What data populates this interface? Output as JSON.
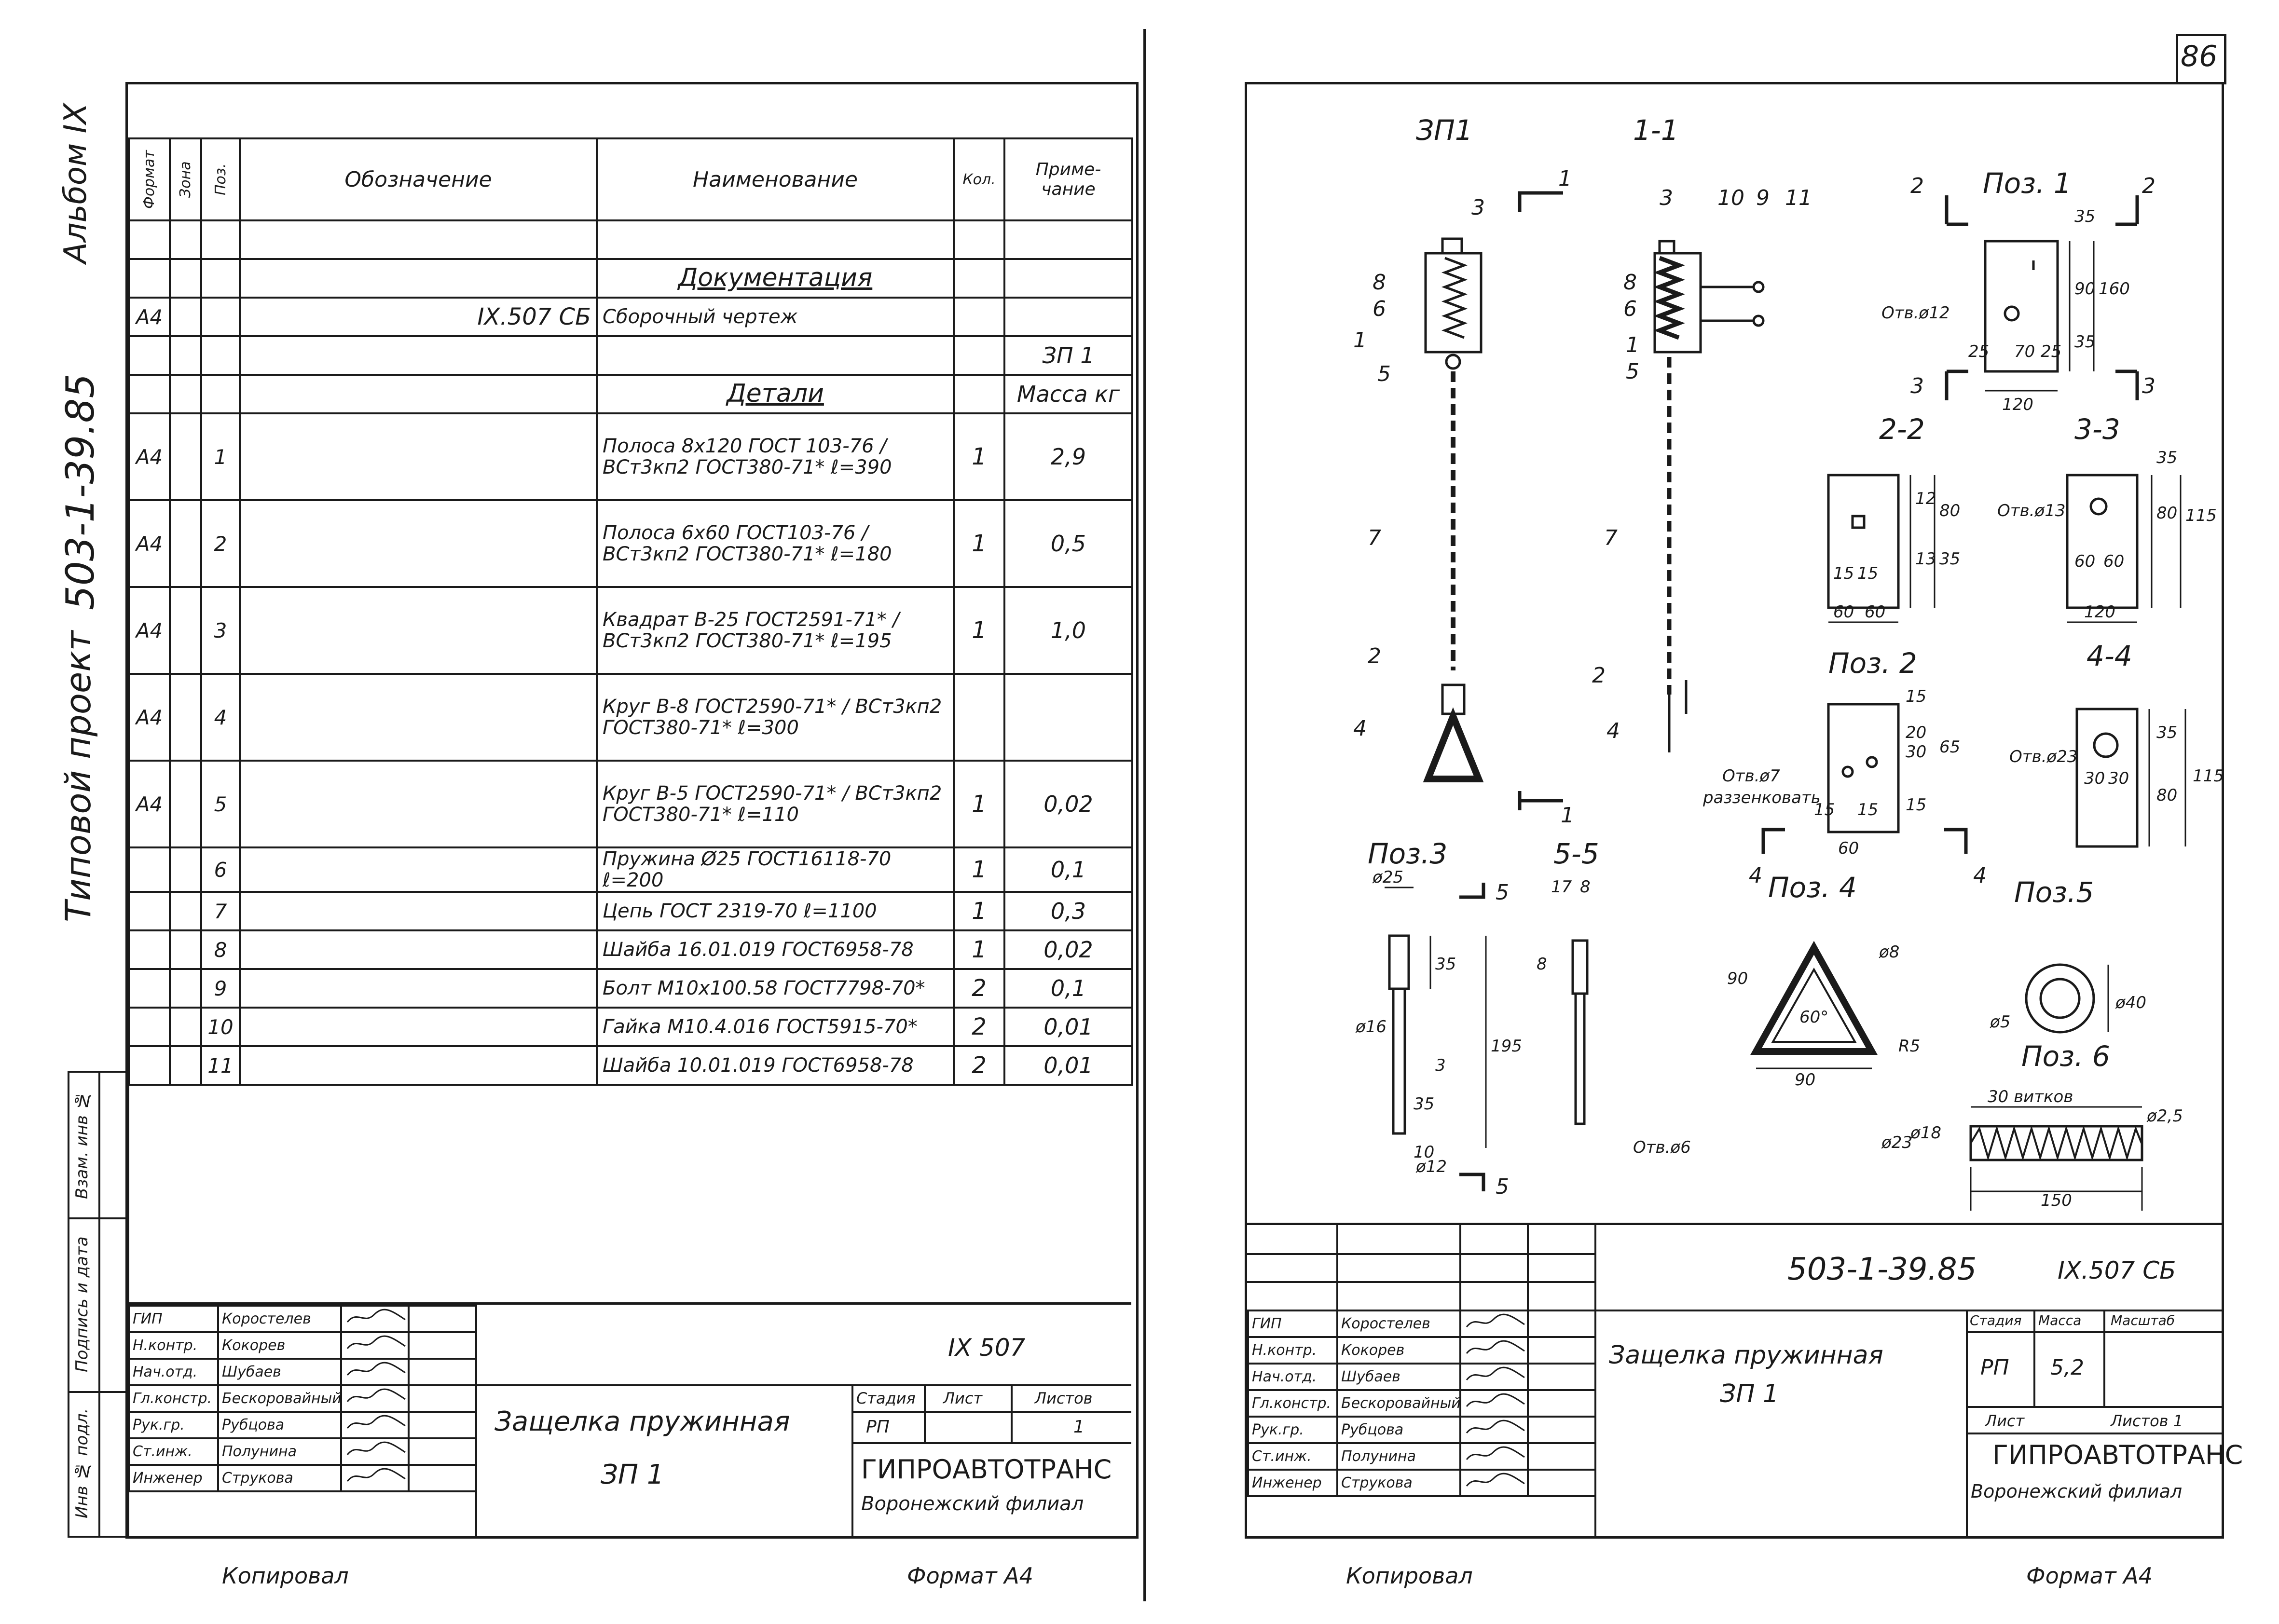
{
  "sheet": {
    "page_number": "86",
    "side_labels": [
      "Альбом IX",
      "503-1-39.85",
      "Типовой проект"
    ],
    "left_margin_labels": [
      "Инв № подл.",
      "Подпись и дата",
      "Взам. инв №"
    ]
  },
  "spec": {
    "headers": {
      "format": "Формат",
      "zone": "Зона",
      "pos": "Поз.",
      "designation": "Обозначение",
      "name": "Наименование",
      "qty": "Кол.",
      "note": "Приме-чание"
    },
    "rows": [
      {
        "format": "",
        "pos": "",
        "designation": "",
        "name": "",
        "qty": "",
        "note": ""
      },
      {
        "format": "",
        "pos": "",
        "designation": "",
        "name": "Документация",
        "qty": "",
        "note": ""
      },
      {
        "format": "А4",
        "pos": "",
        "designation": "IX.507 СБ",
        "name": "Сборочный чертеж",
        "qty": "",
        "note": ""
      },
      {
        "format": "",
        "pos": "",
        "designation": "",
        "name": "",
        "qty": "",
        "note": "ЗП 1"
      },
      {
        "format": "",
        "pos": "",
        "designation": "",
        "name": "Детали",
        "qty": "",
        "note": "Масса кг"
      },
      {
        "format": "А4",
        "pos": "1",
        "designation": "",
        "name": "Полоса 8х120 ГОСТ 103-76 / ВСт3кп2 ГОСТ380-71* ℓ=390",
        "qty": "1",
        "note": "2,9"
      },
      {
        "format": "А4",
        "pos": "2",
        "designation": "",
        "name": "Полоса 6х60 ГОСТ103-76 / ВСт3кп2 ГОСТ380-71* ℓ=180",
        "qty": "1",
        "note": "0,5"
      },
      {
        "format": "А4",
        "pos": "3",
        "designation": "",
        "name": "Квадрат В-25 ГОСТ2591-71* / ВСт3кп2 ГОСТ380-71* ℓ=195",
        "qty": "1",
        "note": "1,0"
      },
      {
        "format": "А4",
        "pos": "4",
        "designation": "",
        "name": "Круг В-8 ГОСТ2590-71* / ВСт3кп2 ГОСТ380-71* ℓ=300",
        "qty": "",
        "note": ""
      },
      {
        "format": "А4",
        "pos": "5",
        "designation": "",
        "name": "Круг В-5 ГОСТ2590-71* / ВСт3кп2 ГОСТ380-71* ℓ=110",
        "qty": "1",
        "note": "0,02"
      },
      {
        "format": "",
        "pos": "6",
        "designation": "",
        "name": "Пружина Ø25 ГОСТ16118-70 ℓ=200",
        "qty": "1",
        "note": "0,1"
      },
      {
        "format": "",
        "pos": "7",
        "designation": "",
        "name": "Цепь ГОСТ 2319-70 ℓ=1100",
        "qty": "1",
        "note": "0,3"
      },
      {
        "format": "",
        "pos": "8",
        "designation": "",
        "name": "Шайба 16.01.019 ГОСТ6958-78",
        "qty": "1",
        "note": "0,02"
      },
      {
        "format": "",
        "pos": "9",
        "designation": "",
        "name": "Болт М10х100.58 ГОСТ7798-70*",
        "qty": "2",
        "note": "0,1"
      },
      {
        "format": "",
        "pos": "10",
        "designation": "",
        "name": "Гайка М10.4.016 ГОСТ5915-70*",
        "qty": "2",
        "note": "0,01"
      },
      {
        "format": "",
        "pos": "11",
        "designation": "",
        "name": "Шайба 10.01.019 ГОСТ6958-78",
        "qty": "2",
        "note": "0,01"
      }
    ]
  },
  "stamp_left": {
    "people": [
      {
        "role": "ГИП",
        "name": "Коростелев"
      },
      {
        "role": "Н.контр.",
        "name": "Кокорев"
      },
      {
        "role": "Нач.отд.",
        "name": "Шубаев"
      },
      {
        "role": "Гл.констр.",
        "name": "Бескоровайный"
      },
      {
        "role": "Рук.гр.",
        "name": "Рубцова"
      },
      {
        "role": "Ст.инж.",
        "name": "Полунина"
      },
      {
        "role": "Инженер",
        "name": "Струкова"
      }
    ],
    "code": "IX 507",
    "title_line1": "Защелка пружинная",
    "title_line2": "ЗП 1",
    "stage_label": "Стадия",
    "sheet_label": "Лист",
    "sheets_label": "Листов",
    "stage": "РП",
    "sheet": "",
    "sheets": "1",
    "org_line1": "ГИПРОАВТОТРАНС",
    "org_line2": "Воронежский филиал"
  },
  "stamp_right": {
    "people": [
      {
        "role": "ГИП",
        "name": "Коростелев"
      },
      {
        "role": "Н.контр.",
        "name": "Кокорев"
      },
      {
        "role": "Нач.отд.",
        "name": "Шубаев"
      },
      {
        "role": "Гл.констр.",
        "name": "Бескоровайный"
      },
      {
        "role": "Рук.гр.",
        "name": "Рубцова"
      },
      {
        "role": "Ст.инж.",
        "name": "Полунина"
      },
      {
        "role": "Инженер",
        "name": "Струкова"
      }
    ],
    "code": "503-1-39.85",
    "doc": "IX.507 СБ",
    "title_line1": "Защелка пружинная",
    "title_line2": "ЗП 1",
    "stage_label": "Стадия",
    "mass_label": "Масса",
    "scale_label": "Масштаб",
    "stage": "РП",
    "mass": "5,2",
    "scale": "",
    "sheet_label": "Лист",
    "sheets_label": "Листов 1",
    "org_line1": "ГИПРОАВТОТРАНС",
    "org_line2": "Воронежский филиал"
  },
  "footer": {
    "copied_left": "Копировал",
    "format_left": "Формат А4",
    "copied_right": "Копировал",
    "format_right": "Формат А4"
  },
  "drawing": {
    "view_labels": {
      "zp1": "ЗП1",
      "s11": "1-1",
      "pos1": "Поз. 1",
      "s22": "2-2",
      "s33": "3-3",
      "pos2": "Поз. 2",
      "s44": "4-4",
      "pos3": "Поз.3",
      "s55": "5-5",
      "pos4": "Поз. 4",
      "pos5": "Поз.5",
      "pos6": "Поз. 6"
    },
    "annotations": {
      "hole12": "Отв.ø12",
      "hole13": "Отв.ø13",
      "hole7": "Отв.ø7",
      "countersink": "раззенковать",
      "hole23": "Отв.ø23",
      "hole6": "Отв.ø6",
      "coils": "30 витков"
    },
    "dims": {
      "pos1_a": "35",
      "pos1_b": "90",
      "pos1_c": "160",
      "pos1_d": "35",
      "pos1_e": "25",
      "pos1_f": "70",
      "pos1_g": "25",
      "pos1_w": "120",
      "s22_a": "12",
      "s22_b": "80",
      "s22_c": "13",
      "s22_d": "35",
      "s22_e": "15",
      "s22_f": "15",
      "s22_g": "60",
      "s22_h": "60",
      "s33_a": "35",
      "s33_b": "80",
      "s33_c": "115",
      "s33_d": "60",
      "s33_e": "60",
      "s33_w": "120",
      "pos2_a": "15",
      "pos2_b": "20",
      "pos2_c": "30",
      "pos2_d": "65",
      "pos2_e": "15",
      "pos2_f": "15",
      "pos2_g": "15",
      "pos2_h": "60",
      "s44_a": "35",
      "s44_b": "80",
      "s44_c": "115",
      "s44_d": "30",
      "s44_e": "30",
      "pos3_dia": "ø25",
      "pos3_a": "35",
      "pos3_len": "195",
      "pos3_d16": "ø16",
      "pos3_b": "3",
      "pos3_c": "35",
      "pos3_e": "10",
      "pos3_d12": "ø12",
      "s55_a": "17",
      "s55_b": "8",
      "s55_c": "8",
      "pos4_side": "90",
      "pos4_base": "90",
      "pos4_angle": "60°",
      "pos4_d": "ø8",
      "pos4_r": "R5",
      "pos5_d": "ø40",
      "pos5_inner": "ø5",
      "pos6_d23": "ø23",
      "pos6_d18": "ø18",
      "pos6_wire": "ø2,5",
      "pos6_len": "150"
    }
  }
}
